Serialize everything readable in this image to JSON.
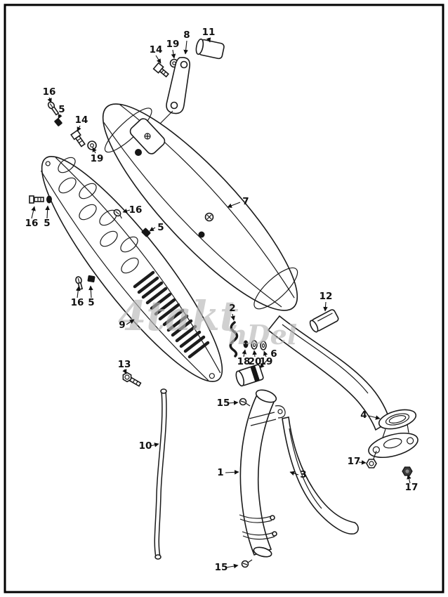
{
  "page": {
    "background": "#ffffff",
    "frame_color": "#000000"
  },
  "watermark": {
    "line1": "4takt",
    "line2": "nDel",
    "color": "#b8b8b8"
  },
  "diagram": {
    "ink_color": "#1a1a1a",
    "callouts": [
      {
        "label": "14"
      },
      {
        "label": "19"
      },
      {
        "label": "8"
      },
      {
        "label": "11"
      },
      {
        "label": "16"
      },
      {
        "label": "5"
      },
      {
        "label": "14"
      },
      {
        "label": "19"
      },
      {
        "label": "16"
      },
      {
        "label": "5"
      },
      {
        "label": "16"
      },
      {
        "label": "5"
      },
      {
        "label": "7"
      },
      {
        "label": "16"
      },
      {
        "label": "5"
      },
      {
        "label": "9"
      },
      {
        "label": "2"
      },
      {
        "label": "12"
      },
      {
        "label": "18"
      },
      {
        "label": "20"
      },
      {
        "label": "19"
      },
      {
        "label": "6"
      },
      {
        "label": "13"
      },
      {
        "label": "15"
      },
      {
        "label": "4"
      },
      {
        "label": "10"
      },
      {
        "label": "1"
      },
      {
        "label": "3"
      },
      {
        "label": "17"
      },
      {
        "label": "17"
      },
      {
        "label": "15"
      }
    ]
  }
}
